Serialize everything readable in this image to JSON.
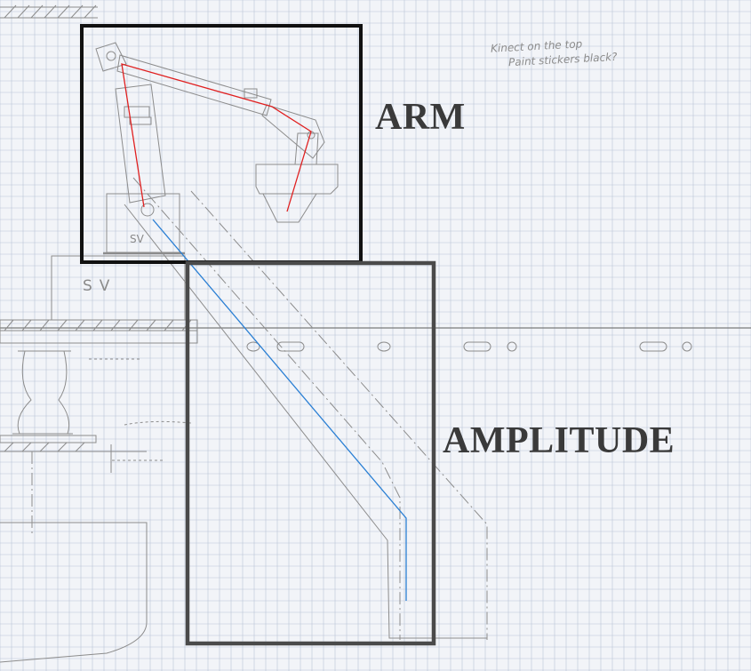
{
  "labels": {
    "arm": "ARM",
    "amplitude": "AMPLITUDE"
  },
  "handwritten": {
    "note_line1": "Kinect on the top",
    "note_line2": "Paint stickers black?",
    "sv_top": "SV",
    "sv_mid": "SV"
  },
  "colors": {
    "paper": "#f2f4f8",
    "grid": "#b9c3d6",
    "pencil": "#8c8c8c",
    "box_arm": "#111111",
    "box_amplitude": "#4a4a4a",
    "arm_links": "#e02020",
    "amplitude_path": "#2a7fd4"
  }
}
